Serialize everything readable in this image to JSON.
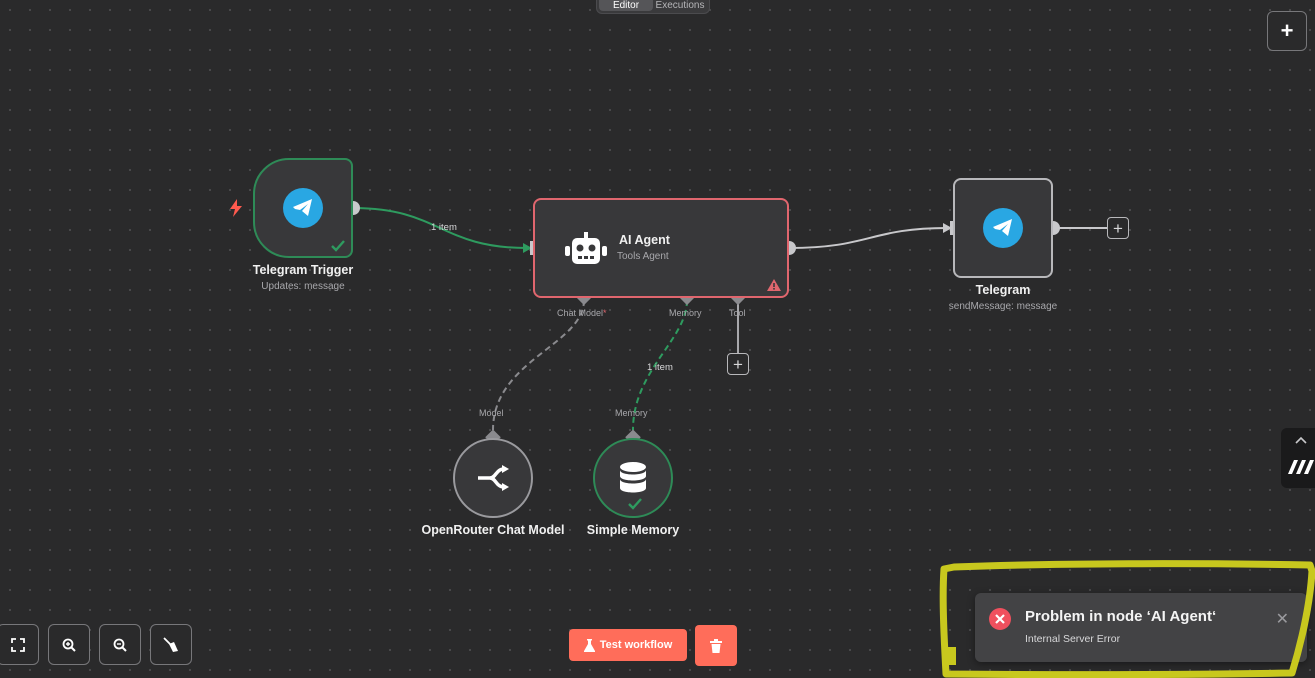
{
  "header": {
    "tabs": [
      {
        "label": "Editor",
        "active": true
      },
      {
        "label": "Executions",
        "active": false
      }
    ]
  },
  "canvas": {
    "add_node_label": "+",
    "nodes": {
      "telegram_trigger": {
        "title": "Telegram Trigger",
        "subtitle": "Updates: message",
        "status": "success"
      },
      "ai_agent": {
        "title": "AI Agent",
        "subtitle": "Tools Agent",
        "status": "error"
      },
      "telegram": {
        "title": "Telegram",
        "subtitle": "sendMessage: message"
      },
      "openrouter": {
        "title": "OpenRouter Chat Model"
      },
      "simple_memory": {
        "title": "Simple Memory",
        "status": "success"
      }
    },
    "ports": {
      "chat_model": "Chat Model",
      "chat_model_required": "*",
      "memory": "Memory",
      "tool": "Tool",
      "model_in": "Model",
      "memory_in": "Memory"
    },
    "edge_labels": {
      "trigger_to_agent": "1 item",
      "memory_to_agent": "1 item"
    }
  },
  "toolbar": {
    "test_workflow_label": "Test workflow"
  },
  "toast": {
    "title": "Problem in node ‘AI Agent‘",
    "message": "Internal Server Error"
  },
  "colors": {
    "canvas_bg": "#2a2a2b",
    "success": "#2e8b57",
    "error": "#e0666e",
    "accent": "#ff6d5a",
    "telegram": "#29a7e3",
    "highlight": "#c8c81e"
  }
}
